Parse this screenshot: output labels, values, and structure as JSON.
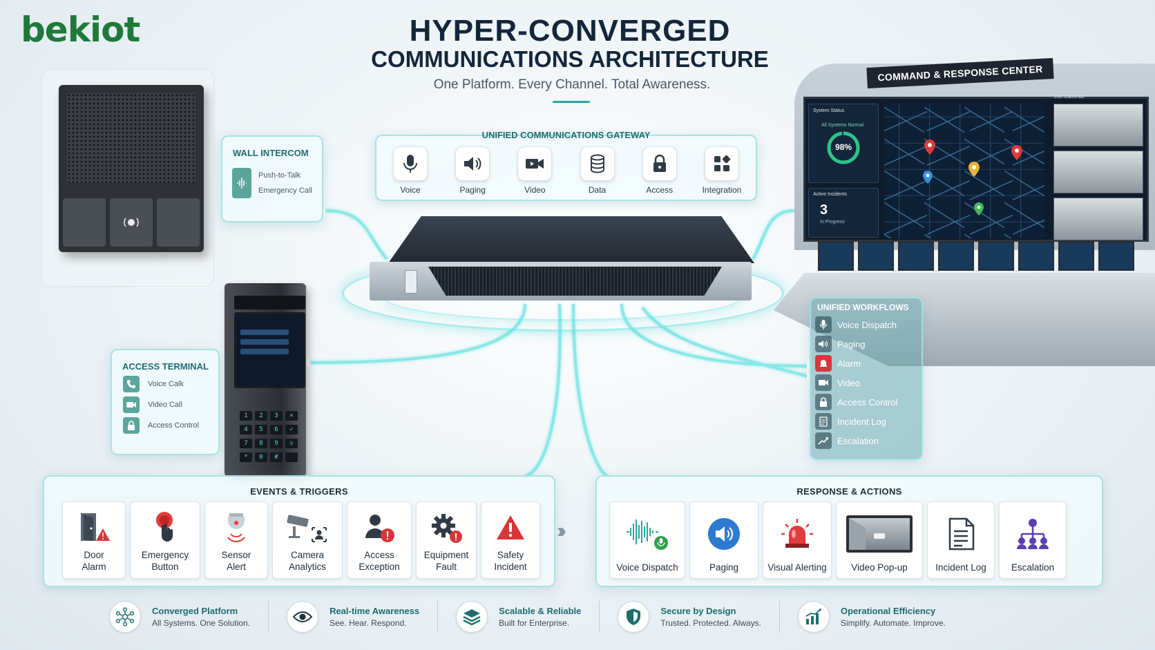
{
  "header": {
    "logo": "bekiot",
    "title_line1": "HYPER-CONVERGED",
    "title_line2": "COMMUNICATIONS ARCHITECTURE",
    "subtitle": "One Platform. Every Channel. Total Awareness."
  },
  "gateway": {
    "title": "UNIFIED COMMUNICATIONS GATEWAY",
    "items": [
      {
        "label": "Voice",
        "icon": "microphone-icon"
      },
      {
        "label": "Paging",
        "icon": "speaker-icon"
      },
      {
        "label": "Video",
        "icon": "video-camera-icon"
      },
      {
        "label": "Data",
        "icon": "database-icon"
      },
      {
        "label": "Access",
        "icon": "lock-icon"
      },
      {
        "label": "Integration",
        "icon": "integration-icon"
      }
    ]
  },
  "wall_intercom": {
    "title": "WALL INTERCOM",
    "features": [
      "Push-to-Talk",
      "Emergency Call"
    ]
  },
  "access_terminal": {
    "title": "ACCESS TERMINAL",
    "items": [
      {
        "label": "Voice Calk",
        "icon": "phone-icon"
      },
      {
        "label": "Video Call",
        "icon": "video-icon"
      },
      {
        "label": "Access Control",
        "icon": "lock-icon"
      }
    ],
    "keys": [
      "1",
      "2",
      "3",
      "×",
      "4",
      "5",
      "6",
      "✓",
      "7",
      "8",
      "9",
      "☏",
      "*",
      "0",
      "#",
      ""
    ]
  },
  "command_center": {
    "title": "COMMAND & RESPONSE CENTER",
    "system_status_label": "System Status",
    "system_status_value": "All Systems Normal",
    "uptime": "98%",
    "uptime_fraction": 0.98,
    "active_incidents_label": "Active Incidents",
    "active_incidents_count": "3",
    "active_incidents_status": "In Progress",
    "live_cameras_label": "Live Cameras"
  },
  "workflows": {
    "title": "UNIFIED WORKFLOWS",
    "items": [
      {
        "label": "Voice Dispatch",
        "icon": "microphone-icon"
      },
      {
        "label": "Paging",
        "icon": "speaker-icon"
      },
      {
        "label": "Alarm",
        "icon": "alarm-bell-icon",
        "highlight": true
      },
      {
        "label": "Video",
        "icon": "video-camera-icon"
      },
      {
        "label": "Access Control",
        "icon": "lock-icon"
      },
      {
        "label": "Incident Log",
        "icon": "document-icon"
      },
      {
        "label": "Escalation",
        "icon": "trend-up-icon"
      }
    ]
  },
  "events": {
    "title": "EVENTS & TRIGGERS",
    "items": [
      {
        "line1": "Door",
        "line2": "Alarm",
        "icon": "door-alarm-icon"
      },
      {
        "line1": "Emergency",
        "line2": "Button",
        "icon": "emergency-button-icon"
      },
      {
        "line1": "Sensor",
        "line2": "Alert",
        "icon": "sensor-icon"
      },
      {
        "line1": "Camera",
        "line2": "Analytics",
        "icon": "security-camera-icon"
      },
      {
        "line1": "Access",
        "line2": "Exception",
        "icon": "user-exception-icon"
      },
      {
        "line1": "Equipment",
        "line2": "Fault",
        "icon": "gear-fault-icon"
      },
      {
        "line1": "Safety",
        "line2": "Incident",
        "icon": "warning-icon"
      }
    ]
  },
  "response": {
    "title": "RESPONSE & ACTIONS",
    "items": [
      {
        "label": "Voice Dispatch",
        "icon": "voice-wave-icon"
      },
      {
        "label": "Paging",
        "icon": "paging-speaker-icon"
      },
      {
        "label": "Visual Alerting",
        "icon": "beacon-icon"
      },
      {
        "label": "Video Pop-up",
        "icon": "video-popup-icon"
      },
      {
        "label": "Incident Log",
        "icon": "document-icon"
      },
      {
        "label": "Escalation",
        "icon": "org-chart-icon"
      }
    ]
  },
  "footer": [
    {
      "title": "Converged Platform",
      "subtitle": "All Systems. One Solution.",
      "icon": "network-icon"
    },
    {
      "title": "Real-time Awareness",
      "subtitle": "See. Hear. Respond.",
      "icon": "eye-icon"
    },
    {
      "title": "Scalable & Reliable",
      "subtitle": "Built for Enterprise.",
      "icon": "layers-icon"
    },
    {
      "title": "Secure by Design",
      "subtitle": "Trusted. Protected. Always.",
      "icon": "shield-icon"
    },
    {
      "title": "Operational Efficiency",
      "subtitle": "Simplify. Automate. Improve.",
      "icon": "bar-chart-icon"
    }
  ],
  "colors": {
    "brand_green": "#1f7a3a",
    "accent_teal": "#2aa5a0",
    "alert_red": "#d9363a",
    "navy": "#14263a"
  }
}
